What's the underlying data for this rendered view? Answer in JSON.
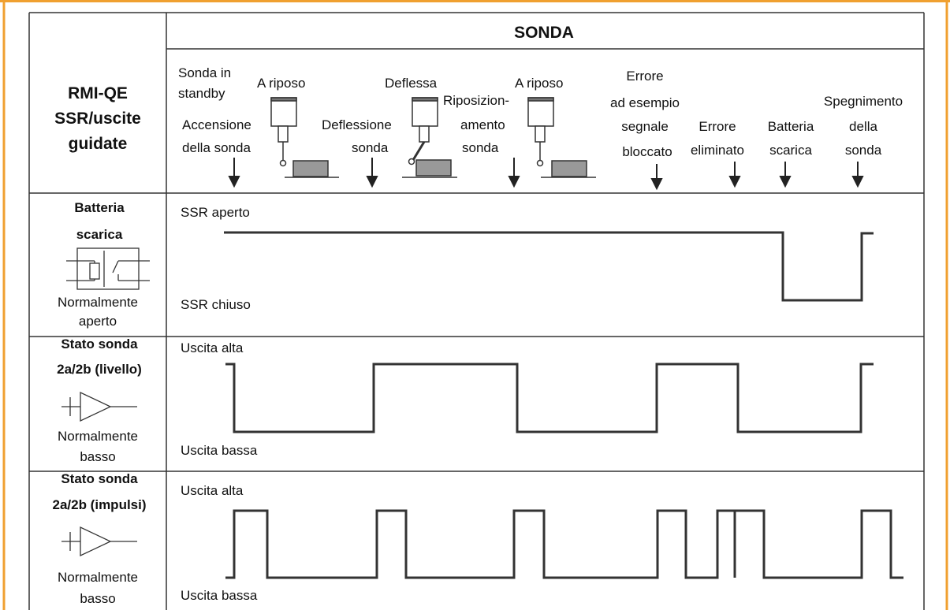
{
  "colors": {
    "border": "#f0a030",
    "line": "#333333",
    "text": "#111111"
  },
  "header": {
    "left_title": [
      "RMI-QE",
      "SSR/uscite",
      "guidate"
    ],
    "right_title": "SONDA"
  },
  "events": {
    "standby": [
      "Sonda in",
      "standby"
    ],
    "power_on": [
      "Accensione",
      "della sonda"
    ],
    "rest1": [
      "A riposo"
    ],
    "deflection": [
      "Deflessione",
      "sonda"
    ],
    "deflected": [
      "Deflessa"
    ],
    "reposition": [
      "Riposizion-",
      "amento",
      "sonda"
    ],
    "rest2": [
      "A riposo"
    ],
    "error": [
      "Errore",
      "ad esempio",
      "segnale",
      "bloccato"
    ],
    "error_cleared": [
      "Errore",
      "eliminato"
    ],
    "low_battery": [
      "Batteria",
      "scarica"
    ],
    "power_off": [
      "Spegnimento",
      "della",
      "sonda"
    ]
  },
  "rows": [
    {
      "name": "low-battery-row",
      "label": [
        "Batteria",
        "scarica"
      ],
      "note": [
        "Normalmente",
        "aperto"
      ],
      "high_text": "SSR aperto",
      "low_text": "SSR chiuso",
      "icon": "relay-icon"
    },
    {
      "name": "level-row",
      "label": [
        "Stato sonda",
        "2a/2b (livello)"
      ],
      "note": [
        "Normalmente",
        "basso"
      ],
      "high_text": "Uscita alta",
      "low_text": "Uscita bassa",
      "icon": "buffer-icon"
    },
    {
      "name": "pulse-row",
      "label": [
        "Stato sonda",
        "2a/2b (impulsi)"
      ],
      "note": [
        "Normalmente",
        "basso"
      ],
      "high_text": "Uscita alta",
      "low_text": "Uscita bassa",
      "icon": "buffer-icon"
    }
  ]
}
